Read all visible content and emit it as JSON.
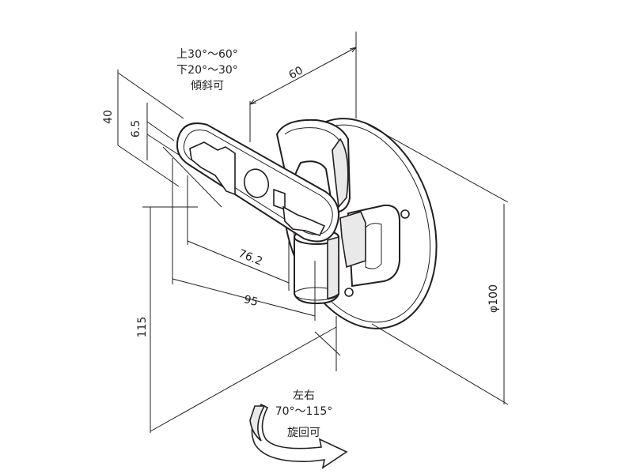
{
  "colors": {
    "line": "#231f20",
    "shade": "#e9e9e9",
    "background": "#ffffff"
  },
  "notes": {
    "tilt": [
      "上30°～60°",
      "下20°～30°",
      "傾斜可"
    ],
    "swivel": [
      "左右",
      "70°～115°",
      "旋回可"
    ]
  },
  "dimensions": {
    "depth": "60",
    "height_40": "40",
    "height_6_5": "6.5",
    "slot_76_2": "76.2",
    "width_95": "95",
    "height_115": "115",
    "diameter_100": "φ100"
  },
  "icons": {
    "swivel_arrow": "curved-arrow-icon"
  }
}
